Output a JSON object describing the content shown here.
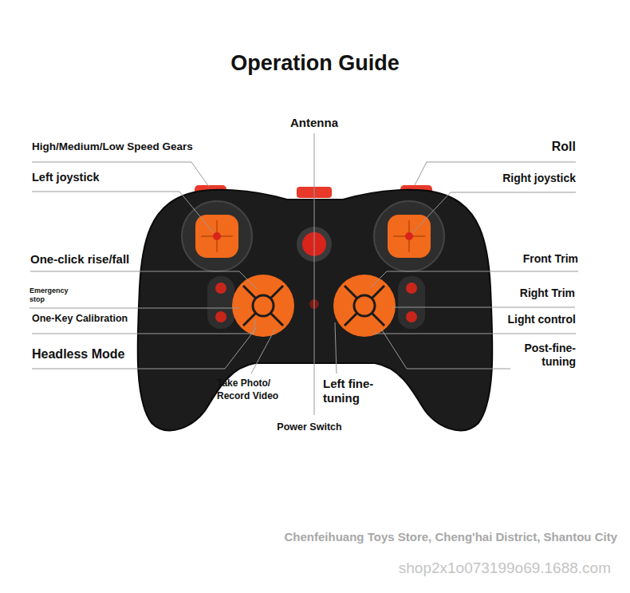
{
  "diagram": {
    "title": "Operation Guide",
    "labels": [
      "Antenna",
      "High/Medium/Low Speed Gears",
      "Roll",
      "Left joystick",
      "Right joystick",
      "One-click rise/fall",
      "Front Trim",
      "Emergency stop",
      "Right Trim",
      "One-Key Calibration",
      "Light control",
      "Headless Mode",
      "Post-fine- tuning",
      "Take Photo/ Record Video",
      "Left fine- tuning",
      "Power Switch",
      "Chenfeihuang Toys Store, Cheng'hai District, Shantou City",
      "shop2x1o073199o69.1688.com"
    ]
  }
}
